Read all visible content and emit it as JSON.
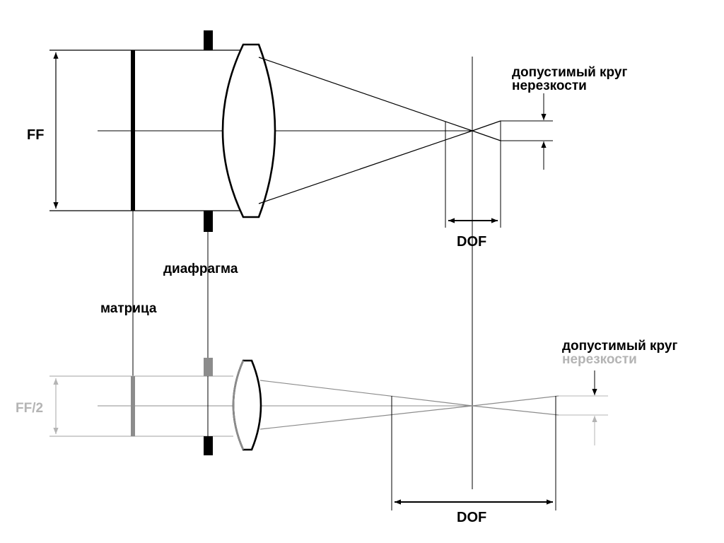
{
  "colors": {
    "background": "#ffffff",
    "ink": "#000000",
    "grey": "#8c8c8c",
    "grey_light": "#b4b4b4"
  },
  "top_diagram": {
    "sensor_label": "FF",
    "dof_label": "DOF",
    "coc_label_line1": "допустимый круг",
    "coc_label_line2": "нерезкости"
  },
  "shared": {
    "aperture_label": "диафрагма",
    "sensor_label": "матрица"
  },
  "bottom_diagram": {
    "sensor_label": "FF/2",
    "dof_label": "DOF",
    "coc_label_line1": "допустимый круг",
    "coc_label_line2": "нерезкости"
  }
}
